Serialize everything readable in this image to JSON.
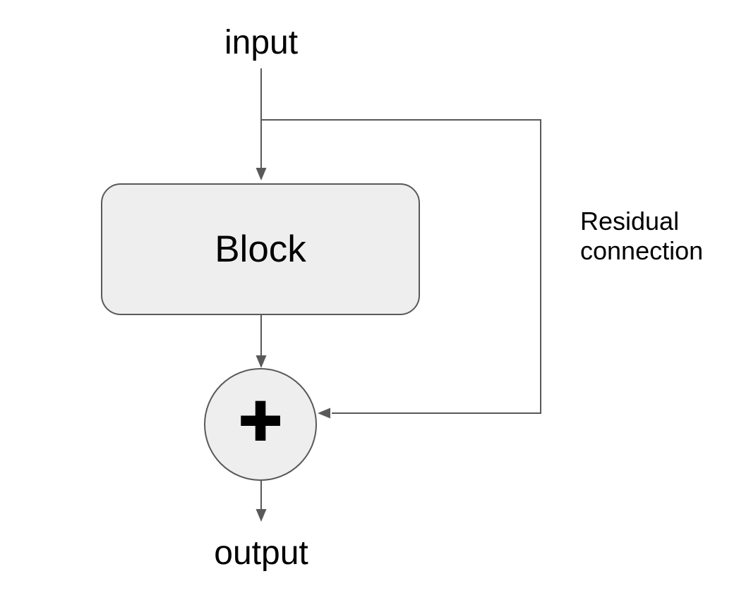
{
  "diagram": {
    "type": "flow-diagram",
    "labels": {
      "input": "input",
      "block": "Block",
      "sum": "+",
      "output": "output",
      "residual": "Residual connection"
    },
    "edges": [
      {
        "from": "input",
        "to": "block",
        "arrow": true
      },
      {
        "from": "input",
        "to": "sum",
        "via": "residual-connection",
        "arrow": true
      },
      {
        "from": "block",
        "to": "sum",
        "arrow": true
      },
      {
        "from": "sum",
        "to": "output",
        "arrow": true
      }
    ],
    "colors": {
      "node_fill": "#eeeeee",
      "node_border": "#595959",
      "connector": "#595959",
      "text": "#000000"
    }
  }
}
